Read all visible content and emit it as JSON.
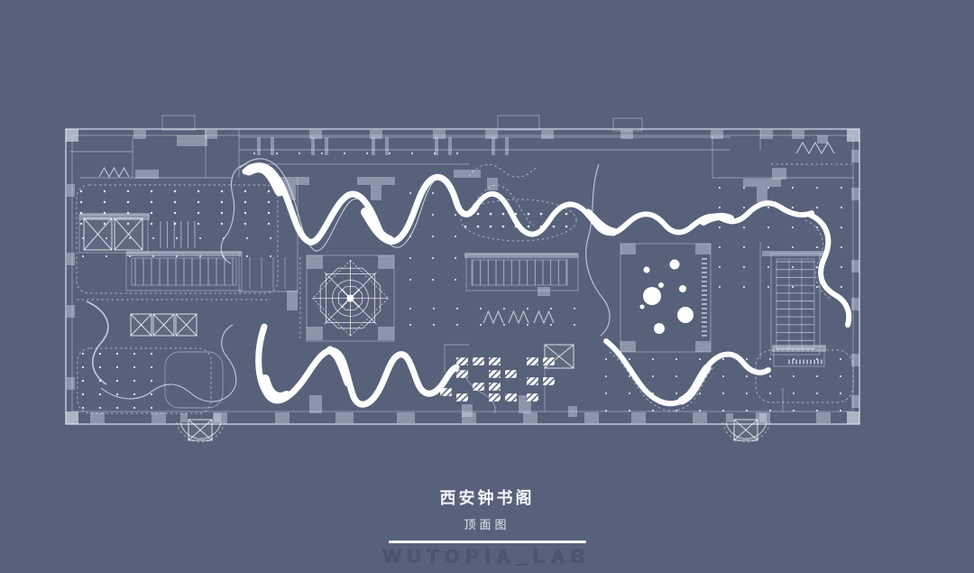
{
  "page": {
    "kind": "architectural drawing sheet",
    "background_color": "#57617A",
    "line_color": "#FFFFFF"
  },
  "caption": {
    "title": "西安钟书阁",
    "subtitle": "顶面图"
  },
  "watermark": {
    "text": "WUTOPIA_LAB"
  },
  "plan": {
    "features": [
      "outer-double-walls-with-column-stubs",
      "elevator-shafts-with-x-marks",
      "stair-blocks-with-treads",
      "ceiling-light-dot-grids",
      "flowing-white-ribbon-ceiling-bands",
      "mandala-ceiling-feature-square",
      "dotted-oval-ceiling-feature",
      "round-skylight-room",
      "escalator-shaft",
      "hatched-seating-tiles",
      "sawtooth-wall-elements",
      "arched-entrances-with-x"
    ]
  }
}
